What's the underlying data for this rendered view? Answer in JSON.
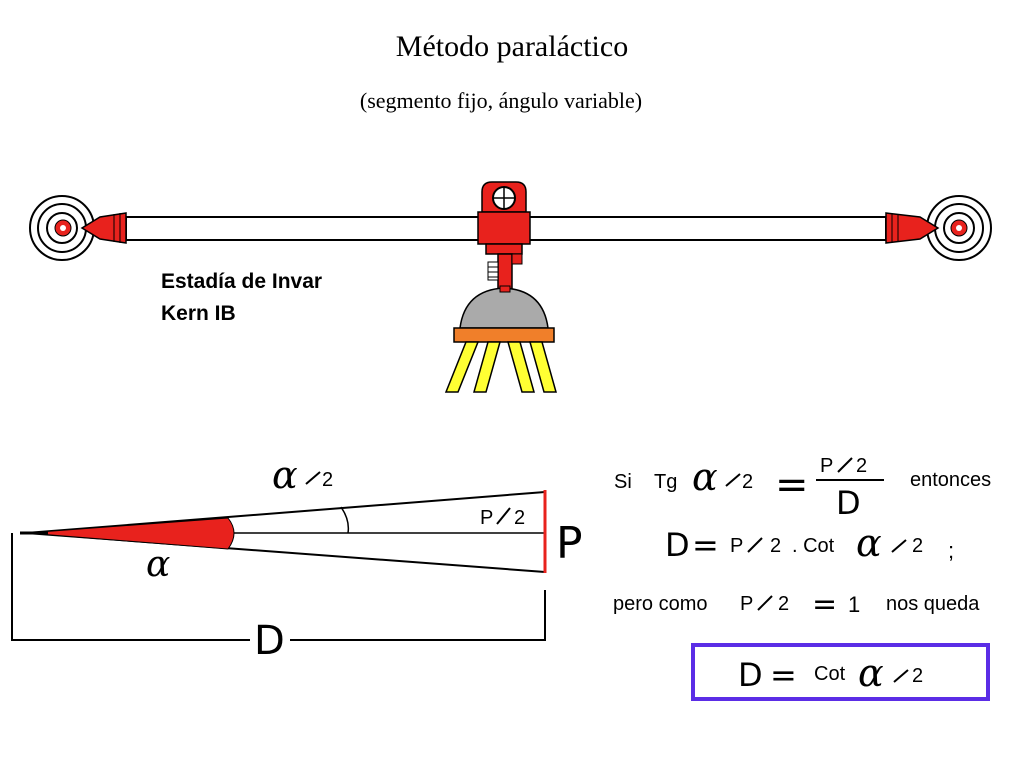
{
  "title": "Método paraláctico",
  "subtitle": "(segmento fijo, ángulo variable)",
  "instrument": {
    "name_line1": "Estadía de Invar",
    "name_line2": "Kern IB"
  },
  "diagram": {
    "half_angle_num": "α",
    "half_angle_den": "2",
    "angle_label": "α",
    "half_base_label": "P",
    "half_base_den": "2",
    "base_label": "P",
    "distance_label": "D"
  },
  "equations": {
    "line1_si": "Si",
    "line1_tg": "Tg",
    "line1_alpha": "α",
    "line1_den": "2",
    "line1_eq": "=",
    "line1_frac_num": "P",
    "line1_frac_num_den": "2",
    "line1_frac_den": "D",
    "line1_entonces": "entonces",
    "line2_d": "D",
    "line2_eq": "=",
    "line2_p": "P",
    "line2_den": "2",
    "line2_cot": ". Cot",
    "line2_alpha": "α",
    "line2_den2": "2",
    "line2_semicolon": ";",
    "line3_text": "pero como",
    "line3_p": "P",
    "line3_den": "2",
    "line3_eq": "=",
    "line3_one": "1",
    "line3_tail": "nos queda",
    "result_d": "D",
    "result_eq": "=",
    "result_cot": "Cot",
    "result_alpha": "α",
    "result_den": "2"
  },
  "colors": {
    "instrument_red": "#e8221d",
    "tripod_yellow": "#ffff33",
    "head_gray": "#aaaaaa",
    "base_orange": "#f07f2a",
    "result_box": "#5b2de6"
  }
}
